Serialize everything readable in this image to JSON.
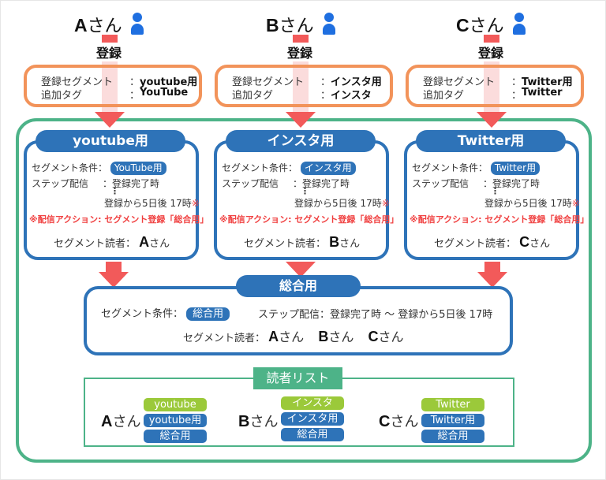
{
  "persons": [
    {
      "letter": "A",
      "suffix": "さん"
    },
    {
      "letter": "B",
      "suffix": "さん"
    },
    {
      "letter": "C",
      "suffix": "さん"
    }
  ],
  "register_label": "登録",
  "registration_boxes": [
    {
      "segment_key": "登録セグメント",
      "segment_value": "youtube用",
      "tag_key": "追加タグ",
      "tag_value": "YouTube"
    },
    {
      "segment_key": "登録セグメント",
      "segment_value": "インスタ用",
      "tag_key": "追加タグ",
      "tag_value": "インスタ"
    },
    {
      "segment_key": "登録セグメント",
      "segment_value": "Twitter用",
      "tag_key": "追加タグ",
      "tag_value": "Twitter"
    }
  ],
  "separator": "：",
  "segments": [
    {
      "title": "youtube用",
      "condition_label": "セグメント条件：",
      "condition_value": "YouTube用",
      "step_label": "ステップ配信",
      "step_start": "登録完了時",
      "dots": "⋮",
      "step_end": "登録から5日後 17時",
      "mark": "※",
      "action": "※配信アクション: セグメント登録「総合用」",
      "reader_label": "セグメント読者：",
      "reader_letter": "A",
      "reader_suffix": "さん"
    },
    {
      "title": "インスタ用",
      "condition_label": "セグメント条件：",
      "condition_value": "インスタ用",
      "step_label": "ステップ配信",
      "step_start": "登録完了時",
      "dots": "⋮",
      "step_end": "登録から5日後 17時",
      "mark": "※",
      "action": "※配信アクション: セグメント登録「総合用」",
      "reader_label": "セグメント読者：",
      "reader_letter": "B",
      "reader_suffix": "さん"
    },
    {
      "title": "Twitter用",
      "condition_label": "セグメント条件：",
      "condition_value": "Twitter用",
      "step_label": "ステップ配信",
      "step_start": "登録完了時",
      "dots": "⋮",
      "step_end": "登録から5日後 17時",
      "mark": "※",
      "action": "※配信アクション: セグメント登録「総合用」",
      "reader_label": "セグメント読者：",
      "reader_letter": "C",
      "reader_suffix": "さん"
    }
  ],
  "total": {
    "title": "総合用",
    "condition_label": "セグメント条件：",
    "condition_value": "総合用",
    "step_text": "ステップ配信：登録完了時 ～ 登録から5日後 17時",
    "reader_label": "セグメント読者：",
    "readers": [
      {
        "letter": "A",
        "suffix": "さん"
      },
      {
        "letter": "B",
        "suffix": "さん"
      },
      {
        "letter": "C",
        "suffix": "さん"
      }
    ]
  },
  "reader_list": {
    "title": "読者リスト",
    "entries": [
      {
        "letter": "A",
        "suffix": "さん",
        "tag": "youtube",
        "segments": [
          "youtube用",
          "総合用"
        ]
      },
      {
        "letter": "B",
        "suffix": "さん",
        "tag": "インスタ",
        "segments": [
          "インスタ用",
          "総合用"
        ]
      },
      {
        "letter": "C",
        "suffix": "さん",
        "tag": "Twitter",
        "segments": [
          "Twitter用",
          "総合用"
        ]
      }
    ]
  },
  "colors": {
    "arrow_red": "#f25a5a",
    "arrow_light": "#fbdcdc",
    "orange_border": "#f2935a",
    "green_border": "#4db388",
    "blue": "#2e73b8",
    "tag_green": "#9bc93a",
    "person_icon": "#1f6fe0",
    "action_red": "#f04040"
  }
}
